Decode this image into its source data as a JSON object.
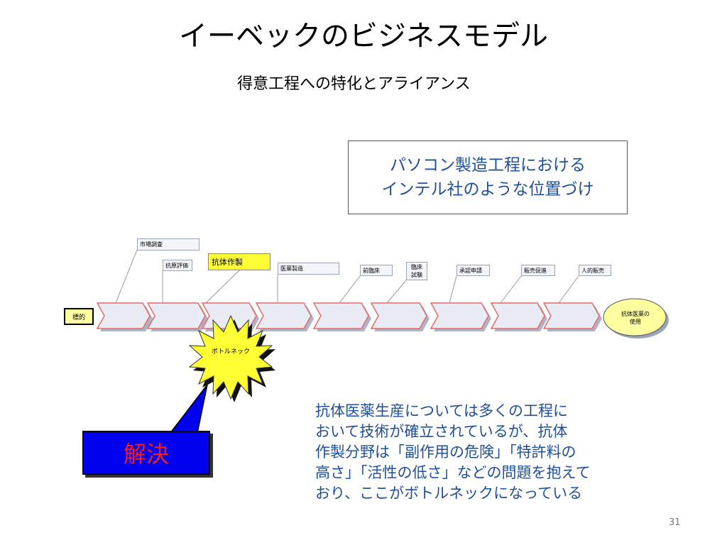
{
  "title": "イーベックのビジネスモデル",
  "subtitle": "得意工程への特化とアライアンス",
  "analogy": {
    "line1": "パソコン製造工程における",
    "line2": "インテル社のような位置づけ"
  },
  "process": {
    "target": "標的",
    "goal": {
      "line1": "抗体医薬の",
      "line2": "使用"
    },
    "steps": {
      "market": "市場調査",
      "antigen": "抗原評価",
      "antibody": "抗体作製",
      "manufacture": "医薬製造",
      "preclinical": "前臨床",
      "clinical_1": "臨床",
      "clinical_2": "試験",
      "approval": "承認申請",
      "promotion": "販売促進",
      "sales": "人的販売"
    },
    "bottleneck": "ボトルネック"
  },
  "solution": "解決",
  "explanation": [
    "抗体医薬生産については多くの工程に",
    "おいて技術が確立されているが、抗体",
    "作製分野は「副作用の危険」「特許料の",
    "高さ」「活性の低さ」などの問題を抱えて",
    "おり、ここがボトルネックになっている"
  ],
  "page_number": "31",
  "colors": {
    "accent_text": "#1f4f9a",
    "highlight": "#ffff33",
    "solution_bg": "#0000ee",
    "solution_text": "#ff1a1a",
    "chevron_border": "#e46a6a"
  }
}
